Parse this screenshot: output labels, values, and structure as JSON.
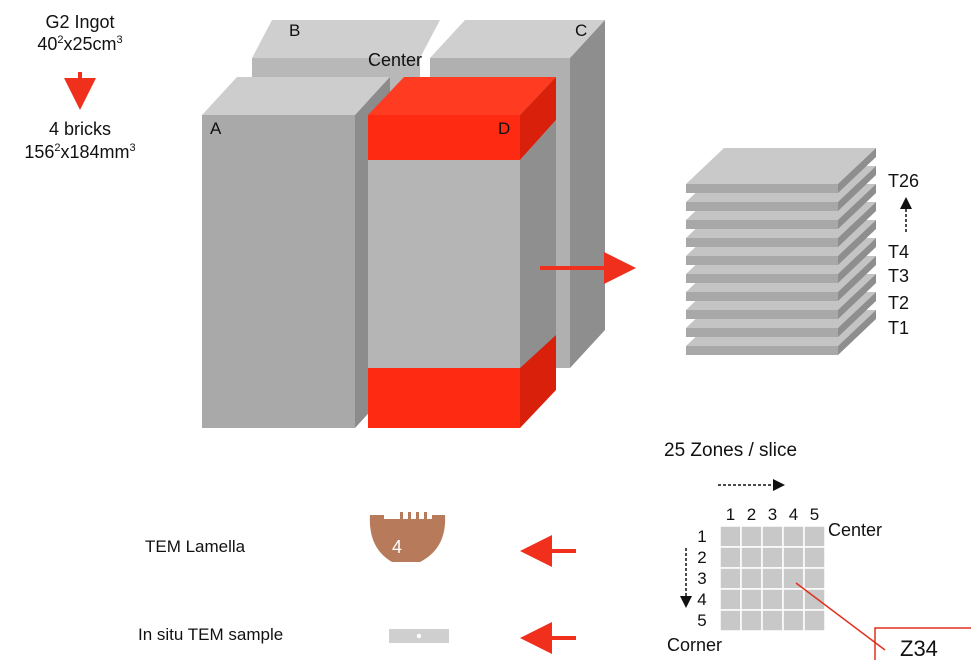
{
  "ingot": {
    "title": "G2 Ingot",
    "size_base": "40",
    "size_sup": "2",
    "size_mid": "x25cm",
    "size_sup2": "3"
  },
  "bricks": {
    "label": "4 bricks",
    "size_base": "156",
    "size_sup": "2",
    "size_mid": "x184mm",
    "size_sup2": "3"
  },
  "brick_labels": {
    "a": "A",
    "b": "B",
    "c": "C",
    "d": "D",
    "center": "Center"
  },
  "slices": {
    "top": "T26",
    "t4": "T4",
    "t3": "T3",
    "t2": "T2",
    "t1": "T1"
  },
  "zones": {
    "title": "25 Zones / slice",
    "cols": [
      "1",
      "2",
      "3",
      "4",
      "5"
    ],
    "rows": [
      "1",
      "2",
      "3",
      "4",
      "5"
    ],
    "center_label": "Center",
    "corner_label": "Corner",
    "selected": "Z34"
  },
  "samples": {
    "lamella_label": "TEM Lamella",
    "lamella_number": "4",
    "insitu_label": "In situ TEM sample"
  },
  "colors": {
    "brick_front": "#a9a9a9",
    "brick_top": "#cdcdcd",
    "brick_side": "#8c8c8c",
    "highlight": "#ff2a12",
    "arrow": "#f0301c",
    "lamella": "#b77a5a"
  }
}
